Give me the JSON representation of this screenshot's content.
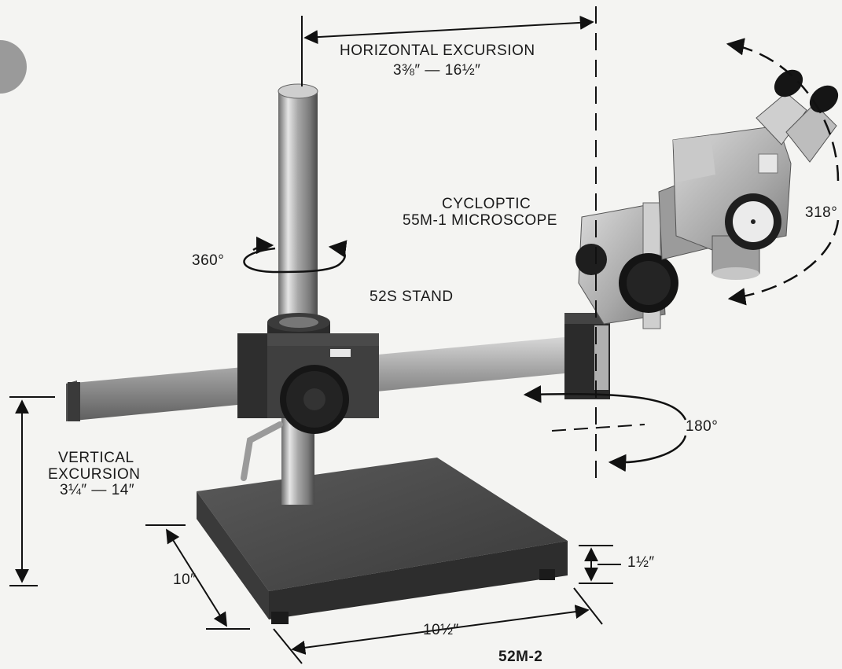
{
  "labels": {
    "horizontal_title": "HORIZONTAL EXCURSION",
    "horizontal_range": "3⅜″ — 16½″",
    "microscope_line1": "CYCLOPTIC",
    "microscope_line2": "55M-1 MICROSCOPE",
    "rotation_post": "360°",
    "stand": "52S STAND",
    "rotation_head": "318°",
    "rotation_arm": "180°",
    "vertical_line1": "VERTICAL",
    "vertical_line2": "EXCURSION",
    "vertical_range": "3¼″ — 14″",
    "base_depth": "10″",
    "base_width": "10½″",
    "base_height": "1½″",
    "model": "52M-2"
  },
  "colors": {
    "base": "#3f3f3f",
    "chrome": "#b8b8b8",
    "knob": "#1c1c1c",
    "microscope_body": "#b3b3b3",
    "ink": "#111111"
  }
}
